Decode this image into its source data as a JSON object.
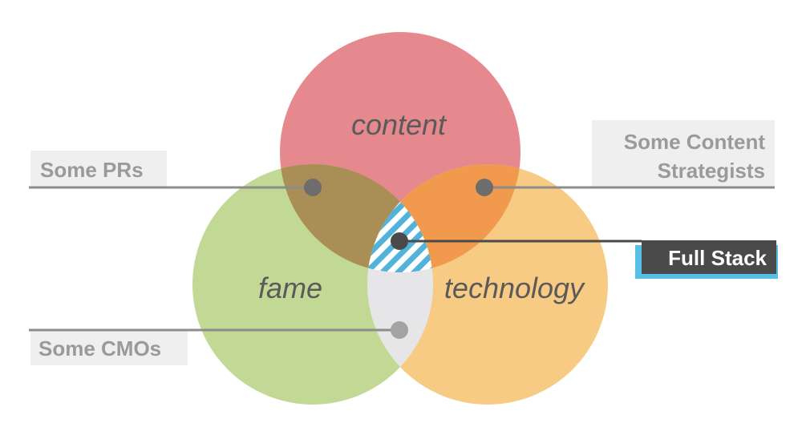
{
  "circles": {
    "content": {
      "label": "content",
      "color": "#e6898e"
    },
    "fame": {
      "label": "fame",
      "color": "#c2d895"
    },
    "technology": {
      "label": "technology",
      "color": "#f8cb85"
    }
  },
  "overlaps": {
    "content_fame": "#a98f55",
    "content_technology": "#f19a4d",
    "fame_technology": "#e6e6e8",
    "center_stripe": "#51b3d9"
  },
  "callouts": {
    "some_prs": {
      "label": "Some PRs"
    },
    "some_content_strategists": {
      "line1": "Some Content",
      "line2": "Strategists"
    },
    "full_stack": {
      "label": "Full Stack",
      "color": "#4a4a4a",
      "accent": "#58c0e6"
    },
    "some_cmos": {
      "label": "Some CMOs"
    }
  }
}
